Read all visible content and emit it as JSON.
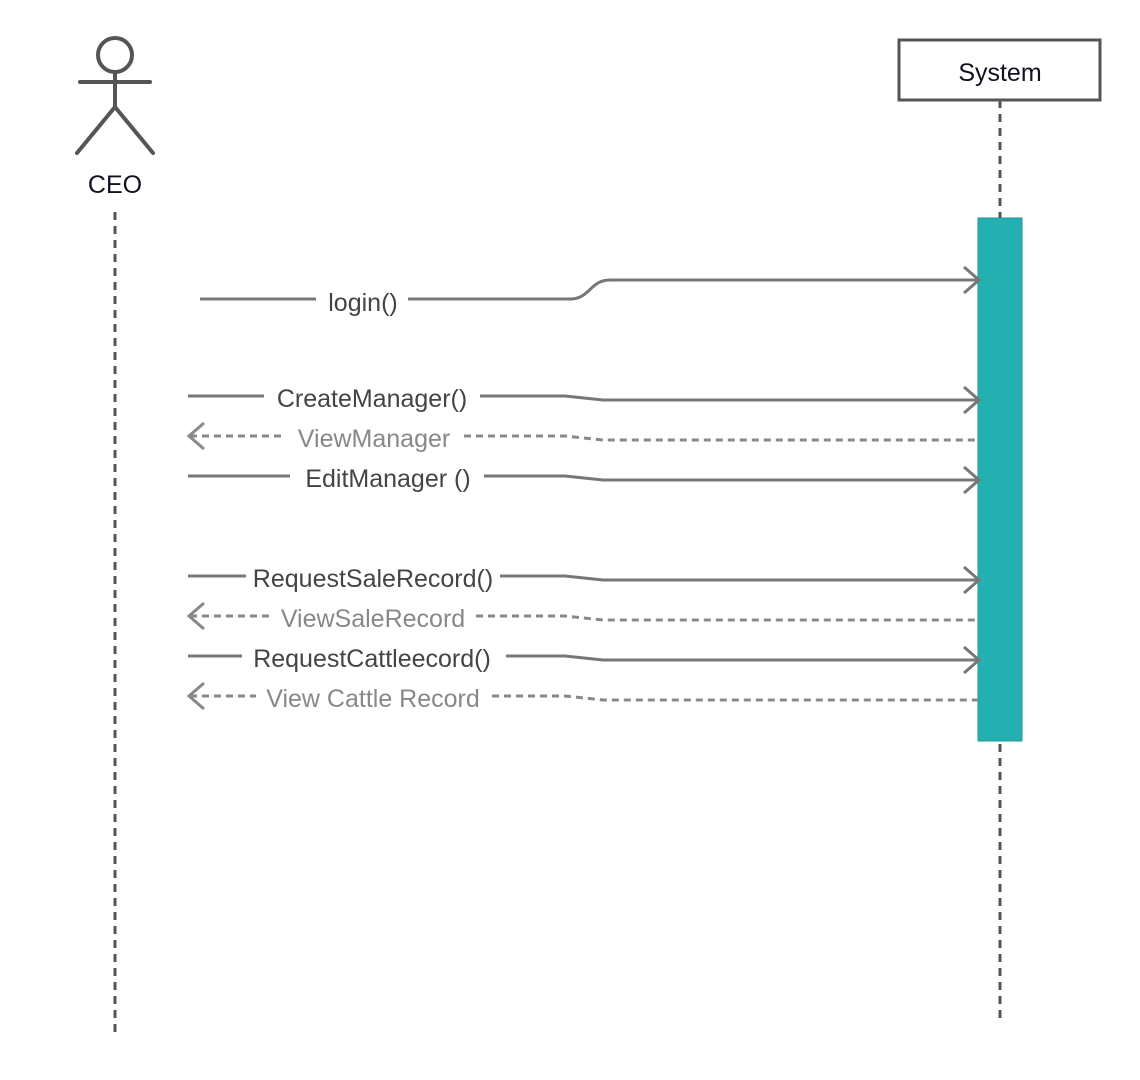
{
  "colors": {
    "line": "#777777",
    "call_text": "#444444",
    "return_text": "#888888",
    "lifeline": "#555555",
    "activation": "#24b0b0"
  },
  "actor": {
    "name": "CEO"
  },
  "system": {
    "name": "System"
  },
  "messages": [
    {
      "label": "login()",
      "kind": "call"
    },
    {
      "label": "CreateManager()",
      "kind": "call"
    },
    {
      "label": "ViewManager",
      "kind": "return"
    },
    {
      "label": "EditManager ()",
      "kind": "call"
    },
    {
      "label": "RequestSaleRecord()",
      "kind": "call"
    },
    {
      "label": "ViewSaleRecord",
      "kind": "return"
    },
    {
      "label": "RequestCattleecord()",
      "kind": "call"
    },
    {
      "label": "View Cattle Record",
      "kind": "return"
    }
  ]
}
